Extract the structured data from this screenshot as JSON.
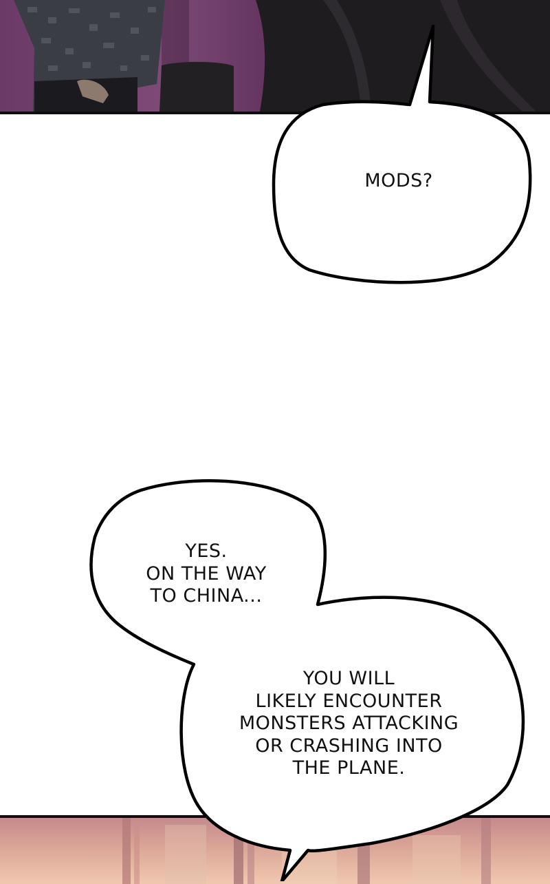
{
  "bubbles": {
    "mods": {
      "lines": [
        "MODS?"
      ]
    },
    "yes": {
      "lines": [
        "YES.",
        "ON THE WAY",
        "TO CHINA..."
      ]
    },
    "warning": {
      "lines": [
        "YOU WILL",
        "LIKELY ENCOUNTER",
        "MONSTERS ATTACKING",
        "OR CRASHING INTO",
        "THE PLANE."
      ]
    }
  },
  "colors": {
    "panel_top_purple": "#7e4a78",
    "panel_top_dark": "#1d1a1e",
    "panel_bottom_pink": "#d79f94",
    "ink": "#111111"
  }
}
